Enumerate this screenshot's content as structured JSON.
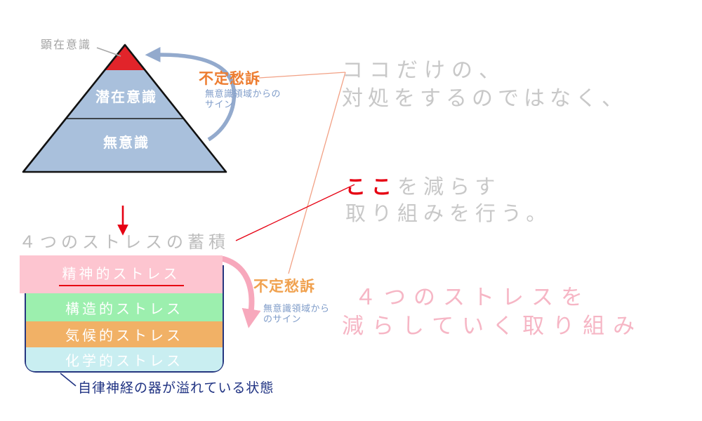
{
  "pyramid": {
    "top_label": "顕在意識",
    "middle_label": "潜在意識",
    "bottom_label": "無意識"
  },
  "futei_top": {
    "title": "不定愁訴",
    "caption_line1": "無意識領域からの",
    "caption_line2": "サイン"
  },
  "futei_bottom": {
    "title": "不定愁訴",
    "caption_line1": "無意識領域から",
    "caption_line2": "のサイン"
  },
  "note_coco": {
    "line1": "ココだけの、",
    "line2": "対処をするのではなく、"
  },
  "note_koko": {
    "highlight": "ここ",
    "line1_rest": "を減らす",
    "line2": "取り組みを行う。"
  },
  "stress_stack": {
    "title": "４つのストレスの蓄積",
    "layers": [
      {
        "label": "精神的ストレス",
        "color": "#fdc5d0"
      },
      {
        "label": "構造的ストレス",
        "color": "#9cefae"
      },
      {
        "label": "気候的ストレス",
        "color": "#f1b166"
      },
      {
        "label": "化学的ストレス",
        "color": "#c9eef1"
      }
    ],
    "caption": "自律神経の器が溢れている状態"
  },
  "note_pink": {
    "line1": "４つのストレスを",
    "line2": "減らしていく取り組み"
  },
  "colors": {
    "pyramid_fill": "#a9c0dc",
    "pyramid_apex_red": "#e1242a",
    "accent_red": "#e60012",
    "orange_label": "#ed7d31",
    "orange_label_light": "#f0a14f",
    "caption_blue": "#7f9cc9",
    "note_gray": "#c8c8c8",
    "pink_note_text": "#f6b6c5",
    "navy": "#1f3282",
    "feedback_arrow_blue": "#93aacd",
    "overflow_arrow_pink": "#f7a8bc"
  }
}
